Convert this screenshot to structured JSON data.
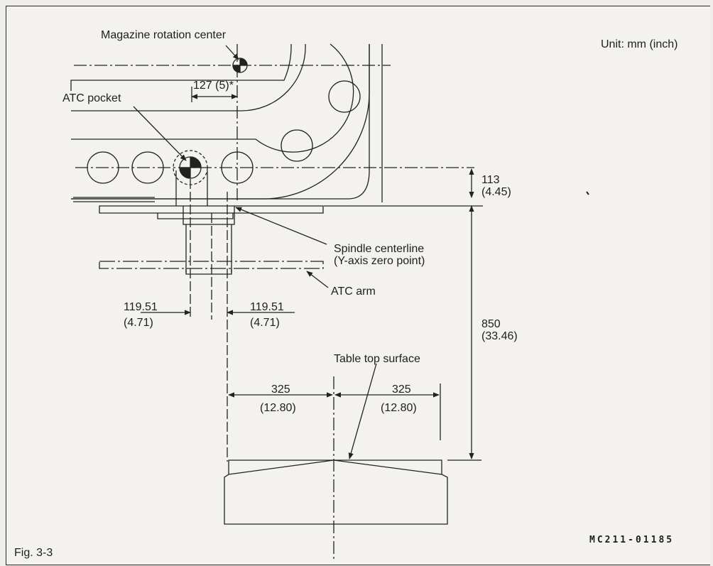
{
  "labels": {
    "magazine_center": "Magazine rotation center",
    "unit": "Unit: mm (inch)",
    "dim_127": "127 (5)*",
    "atc_pocket": "ATC pocket",
    "dim_113": "113",
    "dim_113_in": "(4.45)",
    "spindle_centerline": "Spindle centerline",
    "y_axis_zero": "(Y-axis zero point)",
    "atc_arm": "ATC arm",
    "dim_119_left": "119.51",
    "dim_119_left_in": "(4.71)",
    "dim_119_right": "119.51",
    "dim_119_right_in": "(4.71)",
    "dim_850": "850",
    "dim_850_in": "(33.46)",
    "table_top": "Table top surface",
    "dim_325_left": "325",
    "dim_325_left_in": "(12.80)",
    "dim_325_right": "325",
    "dim_325_right_in": "(12.80)",
    "figure": "Fig.  3-3",
    "drawing_code": "MC211-01185"
  }
}
